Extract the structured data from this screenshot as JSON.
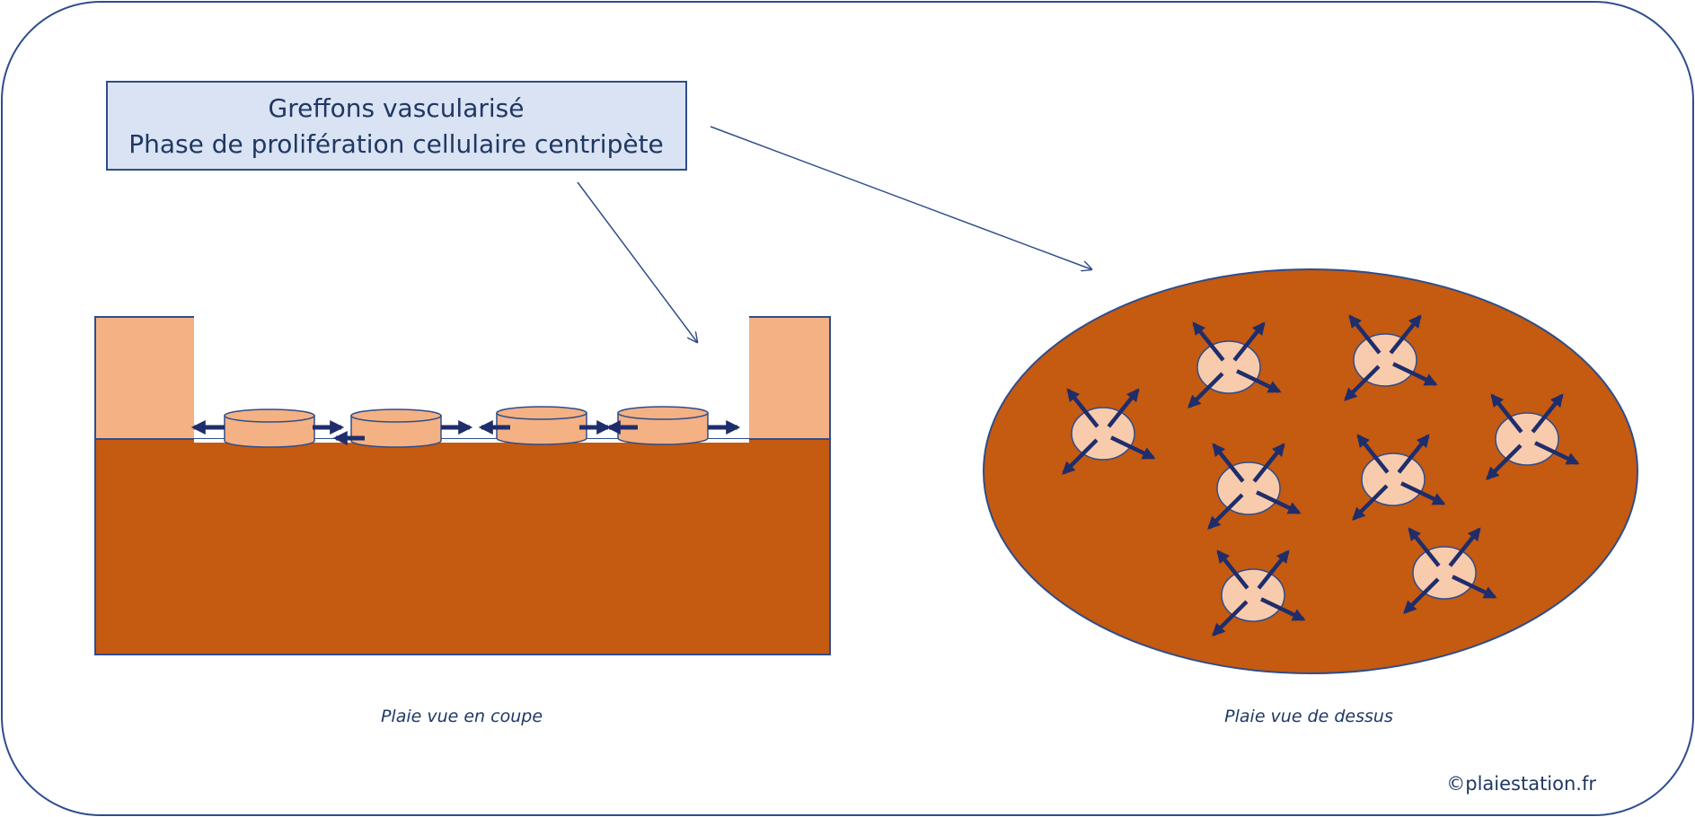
{
  "title": {
    "line1": "Greffons vascularisé",
    "line2": "Phase de prolifération cellulaire centripète"
  },
  "captions": {
    "section_view": "Plaie vue en coupe",
    "top_view": "Plaie vue de dessus"
  },
  "copyright": "©plaiestation.fr",
  "colors": {
    "frame_stroke": "#2f4d8a",
    "title_fill": "#dae3f3",
    "wound_bed": "#c55a11",
    "skin_edge": "#f4b183",
    "graft_top": "#f8cbad",
    "arrow": "#1f2d6b",
    "text": "#1f3864"
  }
}
